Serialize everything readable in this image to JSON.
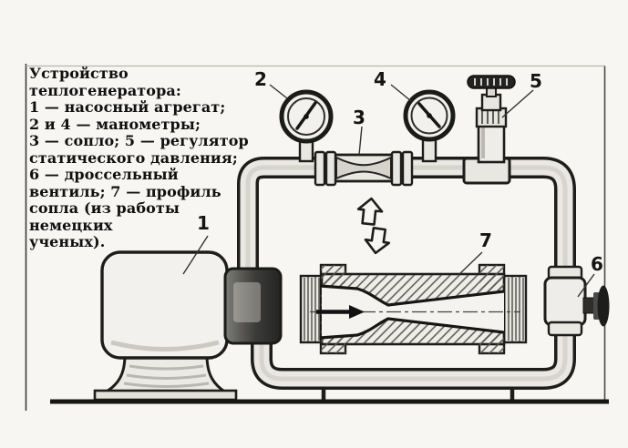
{
  "figure": {
    "colors": {
      "background": "#f7f6f3",
      "ink": "#1c1c1c",
      "pipe_fill": "#eae8e3",
      "dark_metal": "#3b3b39"
    },
    "caption_lines": [
      "Устройство",
      "теплогенератора:",
      "1 — насосный агрегат;",
      "2 и 4 — манометры;",
      "3 — сопло; 5 — регулятор",
      "статического давления;",
      "6 — дроссельный",
      "вентиль; 7 — профиль",
      "сопла (из работы",
      "немецких",
      "ученых)."
    ],
    "callouts": {
      "pump_unit": "1",
      "left_gauge": "2",
      "nozzle": "3",
      "right_gauge": "4",
      "static_pressure_regulator": "5",
      "throttle_valve": "6",
      "nozzle_profile": "7"
    }
  }
}
